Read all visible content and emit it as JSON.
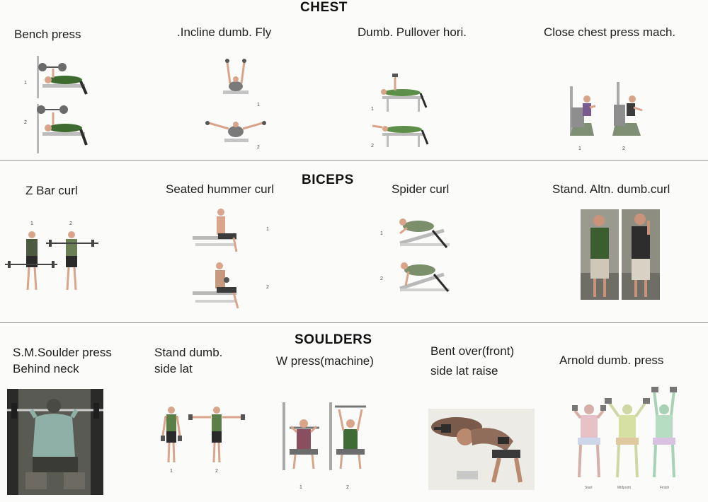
{
  "sections": {
    "chest": {
      "title": "CHEST",
      "exercises": {
        "bench_press": "Bench press",
        "incline_fly": ".Incline dumb. Fly",
        "pullover": "Dumb. Pullover hori.",
        "close_press": "Close chest press mach."
      }
    },
    "biceps": {
      "title": "BICEPS",
      "exercises": {
        "zbar_curl": "Z Bar curl",
        "hummer_curl": "Seated hummer curl",
        "spider_curl": "Spider curl",
        "altn_curl": "Stand. Altn. dumb.curl"
      }
    },
    "shoulders": {
      "title": "SOULDERS",
      "exercises": {
        "sm_press_line1": "S.M.Soulder press",
        "sm_press_line2": "Behind neck",
        "side_lat_line1": "Stand dumb.",
        "side_lat_line2": "side lat",
        "w_press": "W press(machine)",
        "bent_over_line1": "Bent over(front)",
        "bent_over_line2": "side lat raise",
        "arnold_press": "Arnold dumb. press"
      }
    }
  },
  "step_numbers": {
    "one": "1",
    "two": "2"
  },
  "arnold_steps": {
    "start": "Start",
    "midpoint": "Midpoint",
    "finish": "Finish"
  },
  "colors": {
    "background": "#fbfbfa",
    "text": "#1e1e1e",
    "rule": "#8f8f8f",
    "skin": "#d9a48a",
    "shirt_green": "#3c6b2e",
    "shorts_dark": "#2c2c2c",
    "equipment_gray": "#a9a9a9"
  }
}
